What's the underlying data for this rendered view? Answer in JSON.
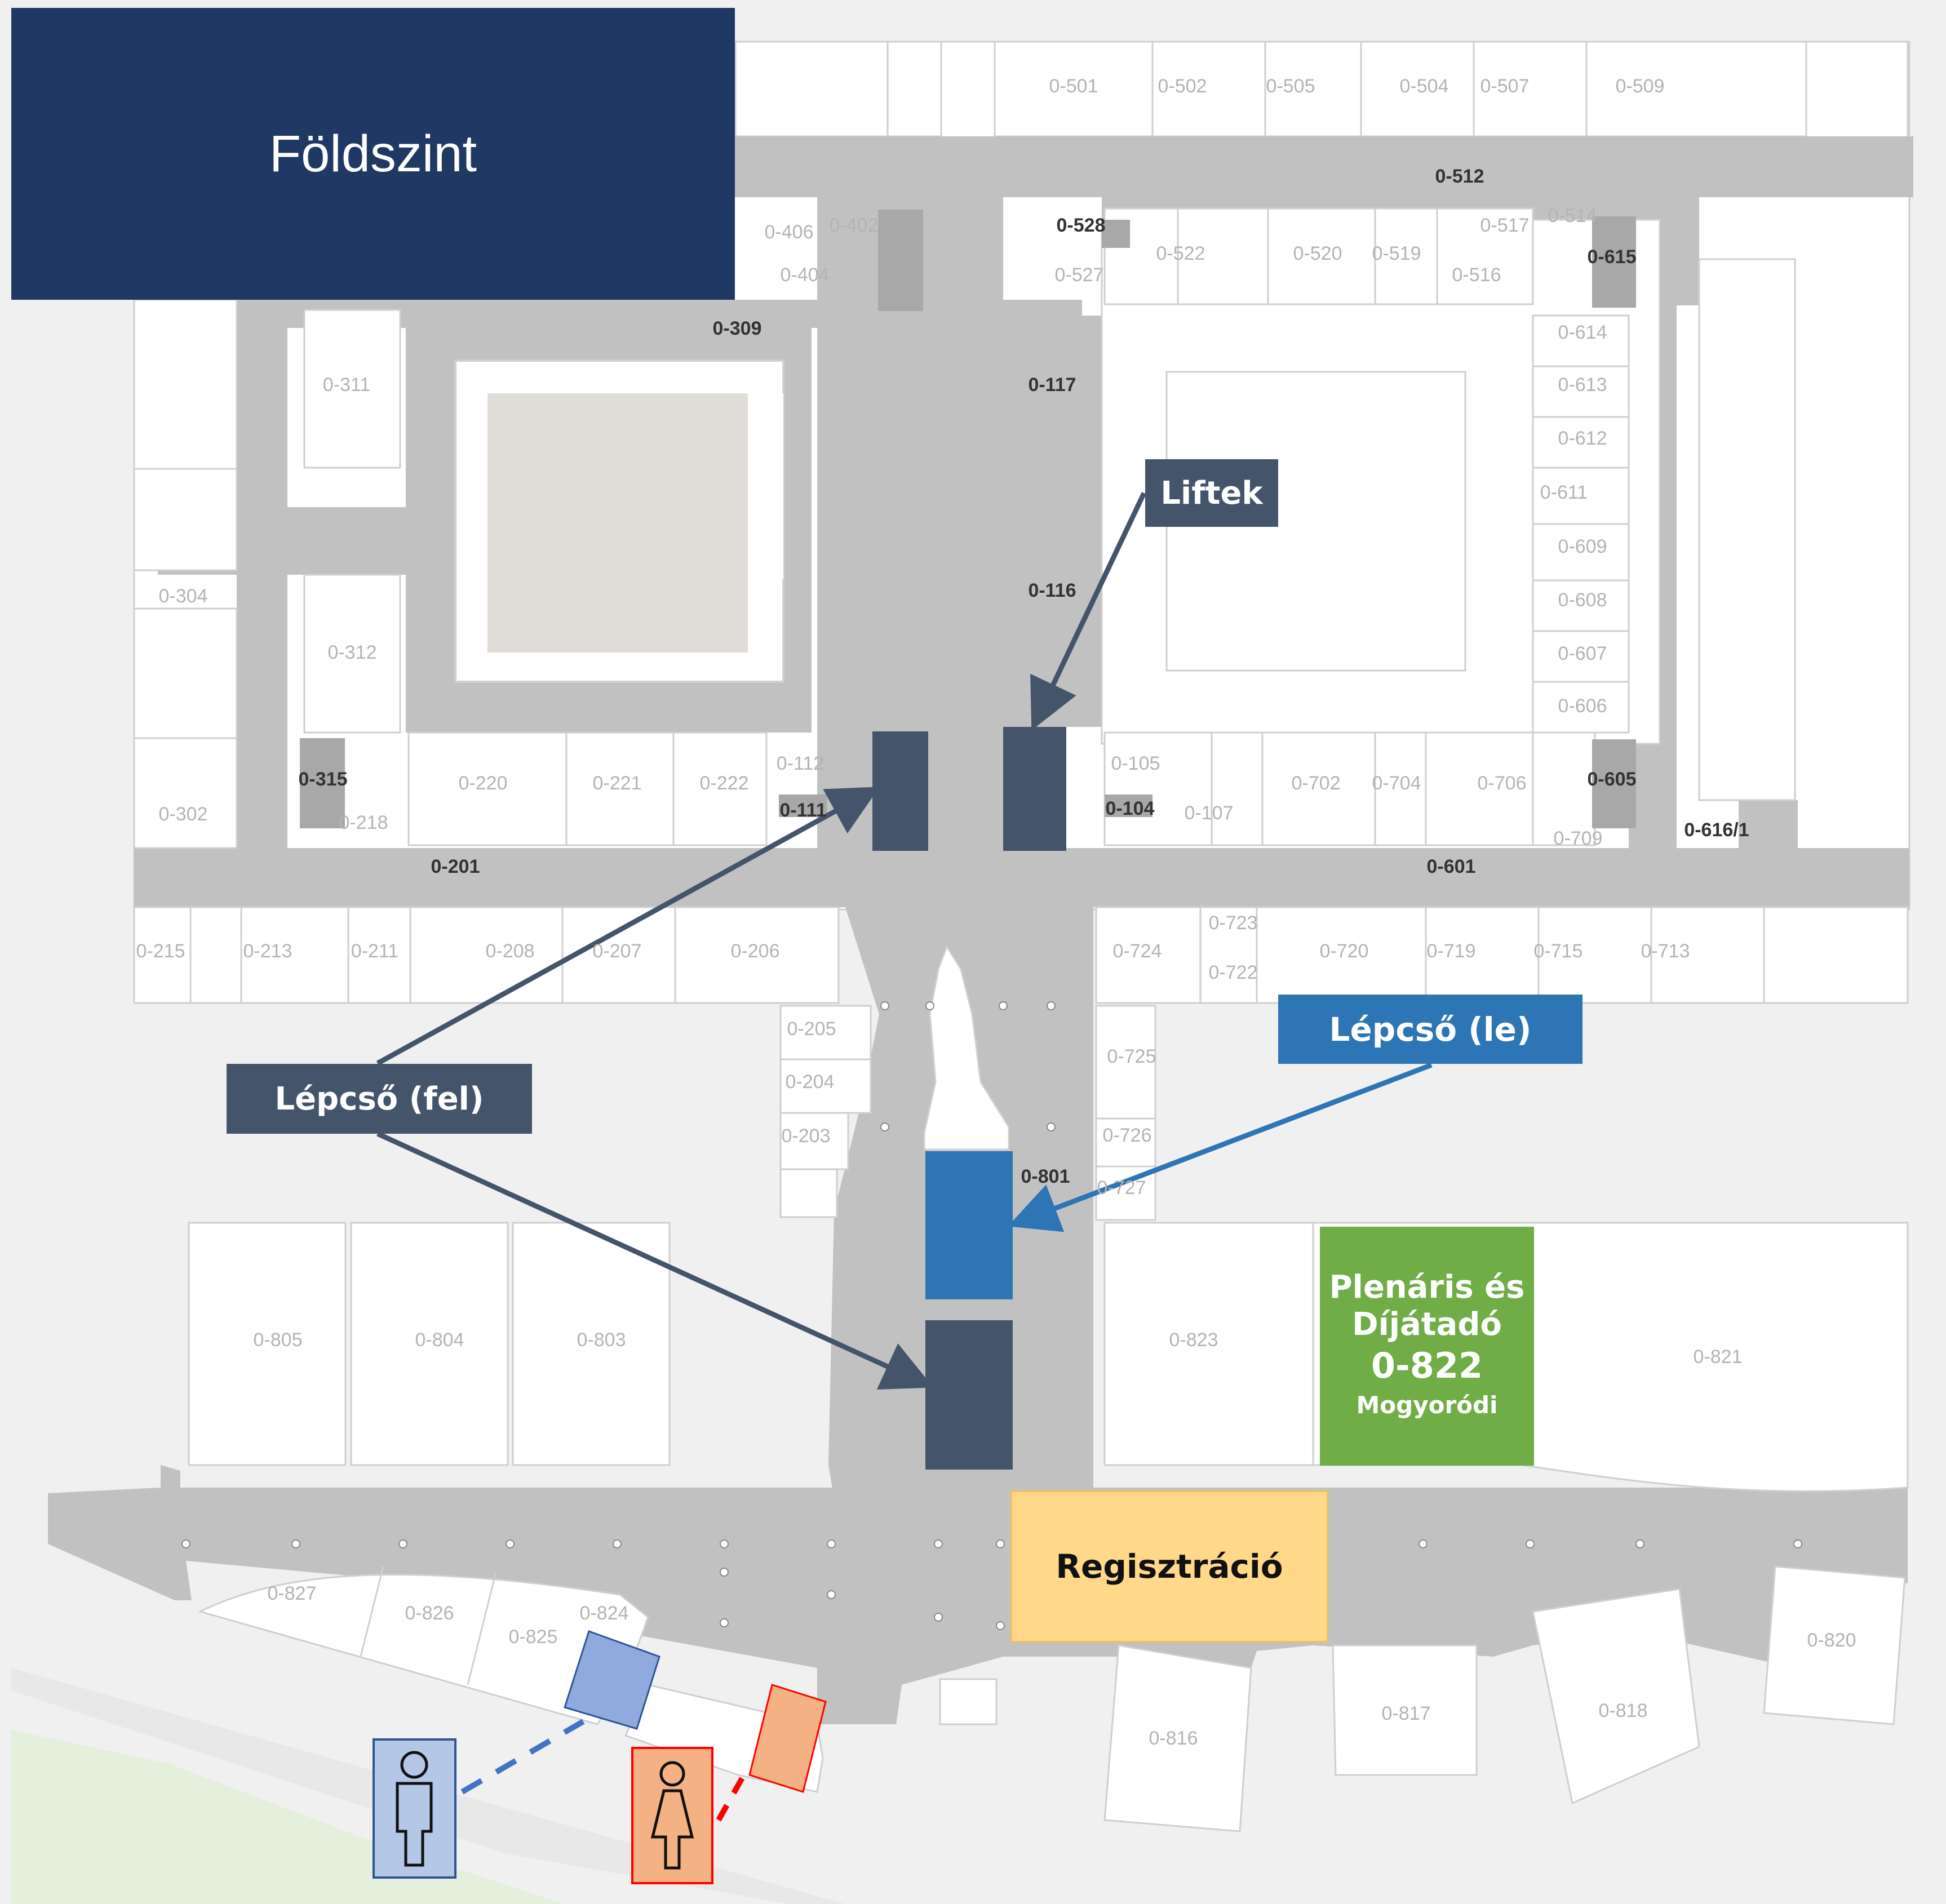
{
  "title": "Földszint",
  "callouts": {
    "lifts": "Liftek",
    "stairs_up": "Lépcső (fel)",
    "stairs_down": "Lépcső (le)",
    "registration": "Regisztráció"
  },
  "plenary": {
    "line1": "Plenáris és",
    "line2": "Díjátadó",
    "room": "0-822",
    "subtitle": "Mogyoródi"
  },
  "colors": {
    "title_bg": "#203864",
    "dark_marker": "#44546a",
    "blue_marker": "#2e75b6",
    "plenary_green": "#70ad47",
    "registration_yellow": "#ffd88a",
    "corridor_gray": "#c1c1c1",
    "male_restroom": "#8faadc",
    "female_restroom": "#f4b183"
  },
  "icons": {
    "male_restroom": "man-icon",
    "female_restroom": "woman-icon"
  },
  "room_labels": {
    "dark": [
      "0-512",
      "0-528",
      "0-615",
      "0-309",
      "0-117",
      "0-116",
      "0-315",
      "0-111",
      "0-104",
      "0-605",
      "0-616/1",
      "0-201",
      "0-601",
      "0-801"
    ],
    "light": [
      "0-501",
      "0-502",
      "0-505",
      "0-504",
      "0-507",
      "0-509",
      "0-406",
      "0-402",
      "0-404",
      "0-527",
      "0-522",
      "0-520",
      "0-519",
      "0-517",
      "0-516",
      "0-514",
      "0-311",
      "0-304",
      "0-312",
      "0-302",
      "0-218",
      "0-220",
      "0-221",
      "0-222",
      "0-112",
      "0-105",
      "0-107",
      "0-702",
      "0-704",
      "0-706",
      "0-709",
      "0-614",
      "0-613",
      "0-612",
      "0-611",
      "0-609",
      "0-608",
      "0-607",
      "0-606",
      "0-215",
      "0-213",
      "0-211",
      "0-208",
      "0-207",
      "0-206",
      "0-724",
      "0-723",
      "0-722",
      "0-720",
      "0-719",
      "0-715",
      "0-713",
      "0-205",
      "0-204",
      "0-203",
      "0-725",
      "0-726",
      "0-727",
      "0-805",
      "0-804",
      "0-803",
      "0-823",
      "0-821",
      "0-827",
      "0-826",
      "0-825",
      "0-824",
      "0-820",
      "0-816",
      "0-817",
      "0-818"
    ]
  }
}
